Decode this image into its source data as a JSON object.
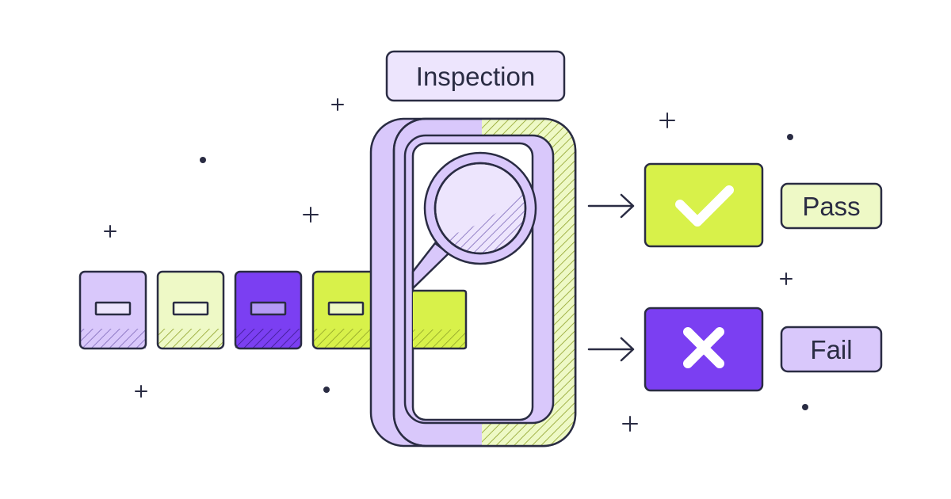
{
  "inspection": {
    "label": "Inspection"
  },
  "outcomes": {
    "pass": {
      "label": "Pass"
    },
    "fail": {
      "label": "Fail"
    }
  },
  "conveyor": {
    "items": 5
  },
  "icons": {
    "inspect": "magnifier-icon",
    "pass": "check-icon",
    "fail": "x-icon"
  },
  "colors": {
    "outline": "#2a2c43",
    "lavender": "#d9c8fb",
    "lavender_light": "#ede5fd",
    "lime": "#d8f14a",
    "lime_light": "#eef9c6",
    "purple": "#7b3ff2",
    "background": "#ffffff"
  }
}
